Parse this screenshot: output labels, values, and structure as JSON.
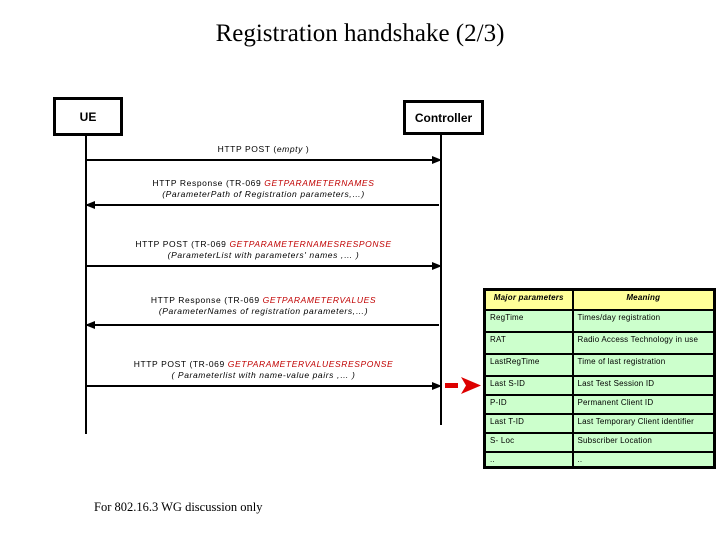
{
  "slide": {
    "title": "Registration handshake (2/3)",
    "footer": "For 802.16.3 WG discussion only"
  },
  "actors": [
    {
      "label": "UE"
    },
    {
      "label": "Controller"
    }
  ],
  "messages": [
    {
      "direction": "right",
      "line1_prefix": "HTTP POST (",
      "line1_method": "empty",
      "line1_suffix": " )",
      "line2": ""
    },
    {
      "direction": "left",
      "line1_prefix": "HTTP Response (TR-069 ",
      "line1_method": "GETPARAMETERNAMES",
      "line1_suffix": "",
      "line2": "(ParameterPath of Registration parameters,…)"
    },
    {
      "direction": "right",
      "line1_prefix": "HTTP POST (TR-069 ",
      "line1_method": "GETPARAMETERNAMESRESPONSE",
      "line1_suffix": "",
      "line2": "(ParameterList with parameters' names ,… )"
    },
    {
      "direction": "left",
      "line1_prefix": "HTTP Response (TR-069 ",
      "line1_method": "GETPARAMETERVALUES",
      "line1_suffix": "",
      "line2": "(ParameterNames of registration parameters,…)"
    },
    {
      "direction": "right",
      "line1_prefix": "HTTP POST (TR-069 ",
      "line1_method": "GETPARAMETERVALUESRESPONSE",
      "line1_suffix": "",
      "line2": "( Parameterlist with name-value pairs ,… )"
    }
  ],
  "table": {
    "headers": [
      "Major parameters",
      "Meaning"
    ],
    "rows": [
      {
        "param": "RegTime",
        "meaning": "Times/day registration"
      },
      {
        "param": "RAT",
        "meaning": "Radio Access Technology in use"
      },
      {
        "param": "LastRegTime",
        "meaning": "Time of last registration"
      },
      {
        "param": "Last S-ID",
        "meaning": "Last Test Session ID"
      },
      {
        "param": "P-ID",
        "meaning": "Permanent Client ID"
      },
      {
        "param": "Last T-ID",
        "meaning": "Last Temporary Client identifier"
      },
      {
        "param": "S- Loc",
        "meaning": "Subscriber Location"
      },
      {
        "param": "..",
        "meaning": ".."
      }
    ]
  },
  "colors": {
    "method_text_red": "#c00000",
    "highlight_arrow_red": "#dd0000",
    "table_header_bg": "#ffff99",
    "table_row_bg": "#ccffcc"
  }
}
